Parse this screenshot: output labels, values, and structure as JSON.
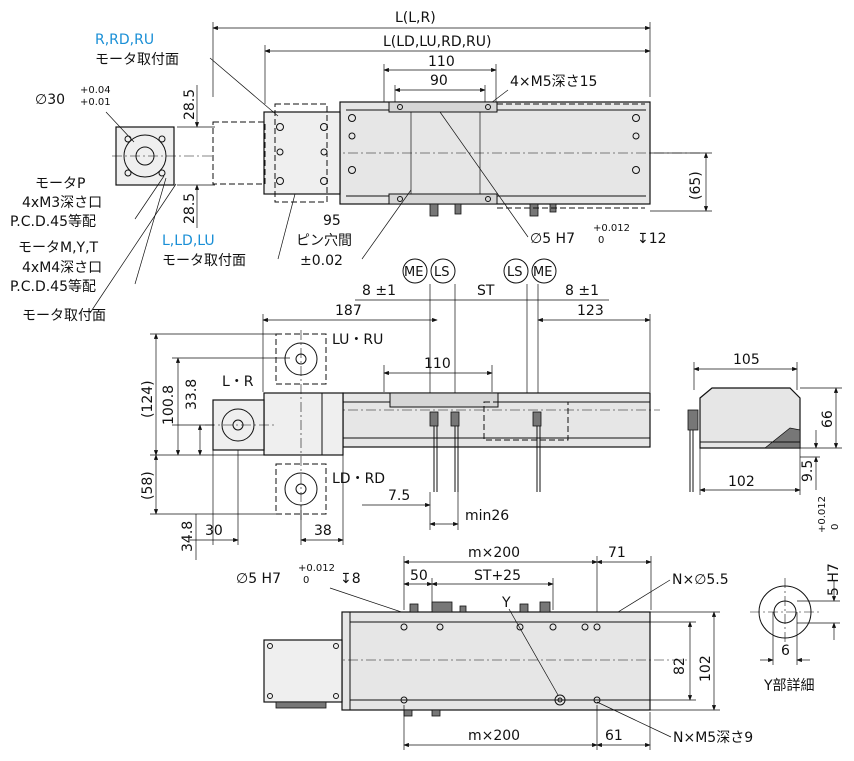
{
  "top_view": {
    "dim_L_LR": "L(L,R)",
    "dim_L_other": "L(LD,LU,RD,RU)",
    "dim_110": "110",
    "dim_90": "90",
    "holes_M5": "4×M5深さ15",
    "motor_face_code": "R,RD,RU",
    "motor_face_label": "モータ取付面",
    "phi30": "∅30",
    "phi30_tol_upper": "+0.04",
    "phi30_tol_lower": "+0.01",
    "dim_28_5_top": "28.5",
    "dim_28_5_bottom": "28.5",
    "motor_p": "モータP",
    "motor_p_holes": "4xM3深さ口",
    "motor_p_pcd": "P.C.D.45等配",
    "motor_myt": "モータM,Y,T",
    "motor_myt_holes": "4xM4深さ口",
    "motor_myt_pcd": "P.C.D.45等配",
    "motor_face_label_2": "モータ取付面",
    "motor_face_code_2": "L,LD,LU",
    "motor_face_label_3": "モータ取付面",
    "pin_95": "95",
    "pin_label": "ピン穴間",
    "pin_tol": "±0.02",
    "dim_65": "(65)",
    "phi5": "∅5 H7",
    "phi5_tol_upper": "+0.012",
    "phi5_tol_lower": "0",
    "phi5_depth": "↧12"
  },
  "front_view": {
    "me_left": "ME",
    "ls_left": "LS",
    "ls_right": "LS",
    "me_right": "ME",
    "dim_8_left": "8 ±1",
    "dim_st": "ST",
    "dim_8_right": "8 ±1",
    "dim_187": "187",
    "dim_123": "123",
    "lu_ru": "LU・RU",
    "dim_110": "110",
    "l_r": "L・R",
    "ld_rd": "LD・RD",
    "dim_124": "(124)",
    "dim_100_8": "100.8",
    "dim_33_8": "33.8",
    "dim_58": "(58)",
    "dim_34_8": "34.8",
    "dim_30": "30",
    "dim_38": "38",
    "dim_7_5": "7.5",
    "dim_min26": "min26"
  },
  "side_view": {
    "dim_105": "105",
    "dim_66": "66",
    "dim_9_5": "9.5",
    "dim_102": "102"
  },
  "bottom_view": {
    "m200_top": "m×200",
    "dim_71": "71",
    "phi5": "∅5 H7",
    "phi5_tol_upper": "+0.012",
    "phi5_tol_lower": "0",
    "phi5_depth": "↧8",
    "dim_50": "50",
    "dim_st25": "ST+25",
    "n_phi55": "N×∅5.5",
    "y_marker": "Y",
    "dim_82": "82",
    "dim_102": "102",
    "m200_bottom": "m×200",
    "dim_61": "61",
    "n_m5": "N×M5深さ9"
  },
  "detail": {
    "hole_spec": "5 H7",
    "hole_tol_upper": "+0.012",
    "hole_tol_lower": "0",
    "dim_6": "6",
    "title": "Y部詳細"
  }
}
